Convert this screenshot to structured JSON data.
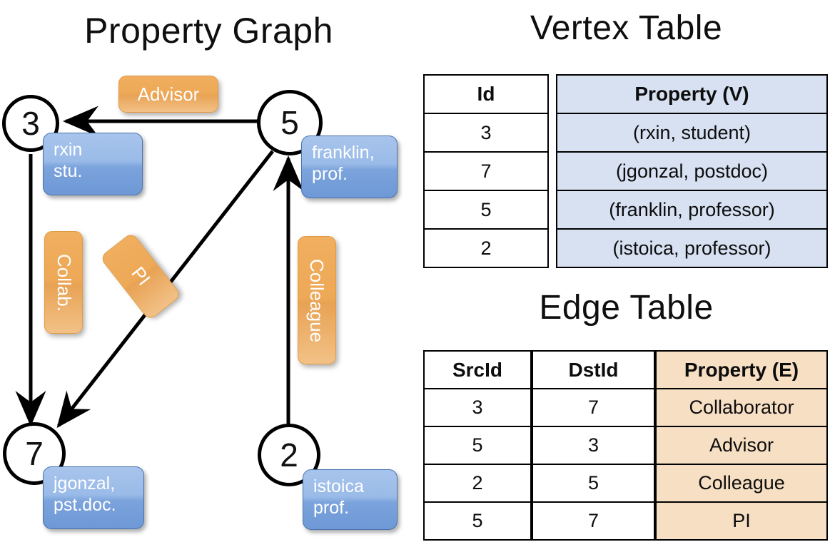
{
  "titles": {
    "property_graph": "Property Graph",
    "vertex_table": "Vertex Table",
    "edge_table": "Edge Table"
  },
  "colors": {
    "vertex_fill": "#D7E1F2",
    "edge_fill": "#F7DFC4",
    "node_box_blue": "#7BA3DC",
    "edge_label_orange": "#EDA957",
    "stroke": "#000000"
  },
  "graph": {
    "nodes": [
      {
        "id": "3",
        "name": "rxin",
        "role": "stu.",
        "label_line1": "rxin",
        "label_line2": "stu."
      },
      {
        "id": "5",
        "name": "franklin",
        "role": "prof.",
        "label_line1": "franklin,",
        "label_line2": "prof."
      },
      {
        "id": "7",
        "name": "jgonzal",
        "role": "pst.doc.",
        "label_line1": "jgonzal,",
        "label_line2": "pst.doc."
      },
      {
        "id": "2",
        "name": "istoica",
        "role": "prof.",
        "label_line1": "istoica",
        "label_line2": "prof."
      }
    ],
    "edge_labels": [
      {
        "key": "advisor",
        "text": "Advisor"
      },
      {
        "key": "collab",
        "text": "Collab."
      },
      {
        "key": "pi",
        "text": "PI"
      },
      {
        "key": "colleague",
        "text": "Colleague"
      }
    ],
    "edges": [
      {
        "from": "5",
        "to": "3",
        "label": "Advisor"
      },
      {
        "from": "3",
        "to": "7",
        "label": "Collab."
      },
      {
        "from": "5",
        "to": "7",
        "label": "PI"
      },
      {
        "from": "2",
        "to": "5",
        "label": "Colleague"
      }
    ]
  },
  "vertex_table": {
    "headers": {
      "id": "Id",
      "property": "Property (V)"
    },
    "rows": [
      {
        "id": "3",
        "property": "(rxin, student)"
      },
      {
        "id": "7",
        "property": "(jgonzal, postdoc)"
      },
      {
        "id": "5",
        "property": "(franklin, professor)"
      },
      {
        "id": "2",
        "property": "(istoica, professor)"
      }
    ]
  },
  "edge_table": {
    "headers": {
      "src": "SrcId",
      "dst": "DstId",
      "property": "Property (E)"
    },
    "rows": [
      {
        "src": "3",
        "dst": "7",
        "property": "Collaborator"
      },
      {
        "src": "5",
        "dst": "3",
        "property": "Advisor"
      },
      {
        "src": "2",
        "dst": "5",
        "property": "Colleague"
      },
      {
        "src": "5",
        "dst": "7",
        "property": "PI"
      }
    ]
  }
}
